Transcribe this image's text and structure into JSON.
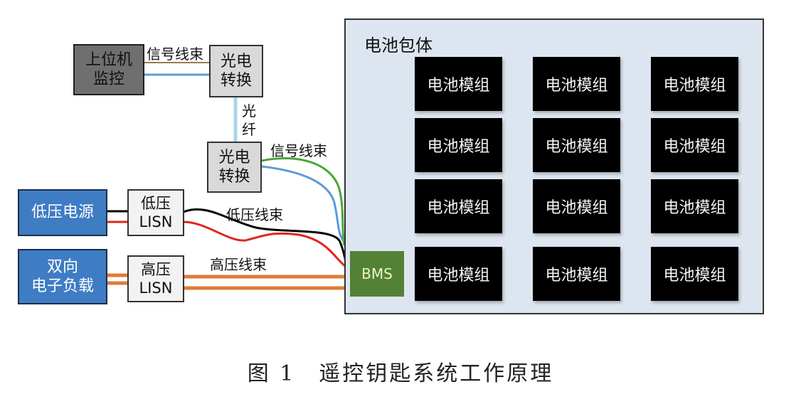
{
  "host": {
    "line1": "上位机",
    "line2": "监控"
  },
  "converter_top": {
    "line1": "光电",
    "line2": "转换"
  },
  "converter_bottom": {
    "line1": "光电",
    "line2": "转换"
  },
  "fiber_label": {
    "char1": "光",
    "char2": "纤"
  },
  "signal_label_top": "信号线束",
  "signal_label_bottom": "信号线束",
  "lv_source": "低压电源",
  "lv_lisn": {
    "line1": "低压",
    "line2": "LISN"
  },
  "lv_harness_label": "低压线束",
  "load": {
    "line1": "双向",
    "line2": "电子负载"
  },
  "hv_lisn": {
    "line1": "高压",
    "line2": "LISN"
  },
  "hv_harness_label": "高压线束",
  "battery_pack": {
    "title": "电池包体",
    "bms": "BMS",
    "modules": [
      "电池模组",
      "电池模组",
      "电池模组",
      "电池模组",
      "电池模组",
      "电池模组",
      "电池模组",
      "电池模组",
      "电池模组",
      "电池模组",
      "电池模组",
      "电池模组"
    ]
  },
  "caption": "图 1　遥控钥匙系统工作原理",
  "colors": {
    "signal_brown": "#a07850",
    "signal_blue": "#5b9bd5",
    "signal_green": "#4aa53a",
    "fiber": "#a8d8e8",
    "lv_black": "#000000",
    "lv_red": "#e0261b",
    "hv_orange": "#e07b39",
    "bms_green": "#538135",
    "source_blue": "#3e7cc4"
  }
}
